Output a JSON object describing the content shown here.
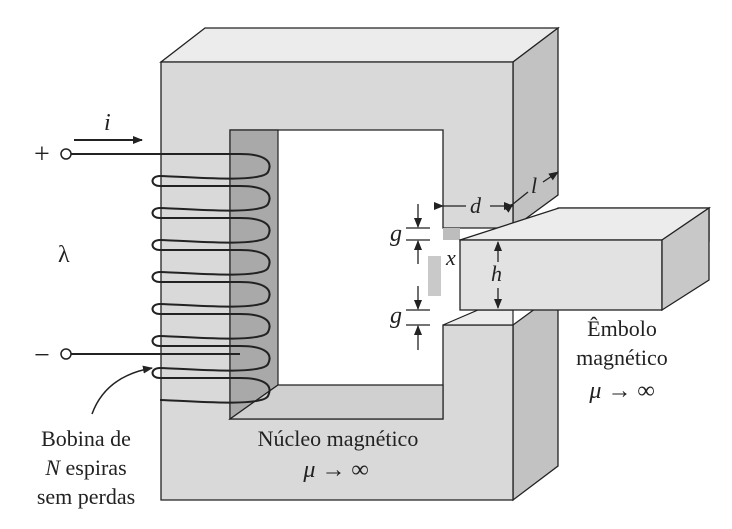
{
  "labels": {
    "current": "i",
    "plus": "+",
    "minus": "−",
    "flux_linkage": "λ",
    "depth_d": "d",
    "length_l": "l",
    "gap_g_top": "g",
    "gap_g_bottom": "g",
    "displacement_x": "x",
    "height_h": "h",
    "core_name": "Núcleo magnético",
    "core_mu": "μ → ∞",
    "plunger_line1": "Êmbolo",
    "plunger_line2": "magnético",
    "plunger_mu": "μ → ∞",
    "coil_line1": "Bobina de",
    "coil_line2_var": "N",
    "coil_line2_rest": " espiras",
    "coil_line3": "sem perdas"
  },
  "colors": {
    "front": "#d9d9d9",
    "top": "#ececec",
    "side": "#c2c2c2",
    "inner_dark": "#a9a9a9",
    "stroke": "#222222"
  }
}
